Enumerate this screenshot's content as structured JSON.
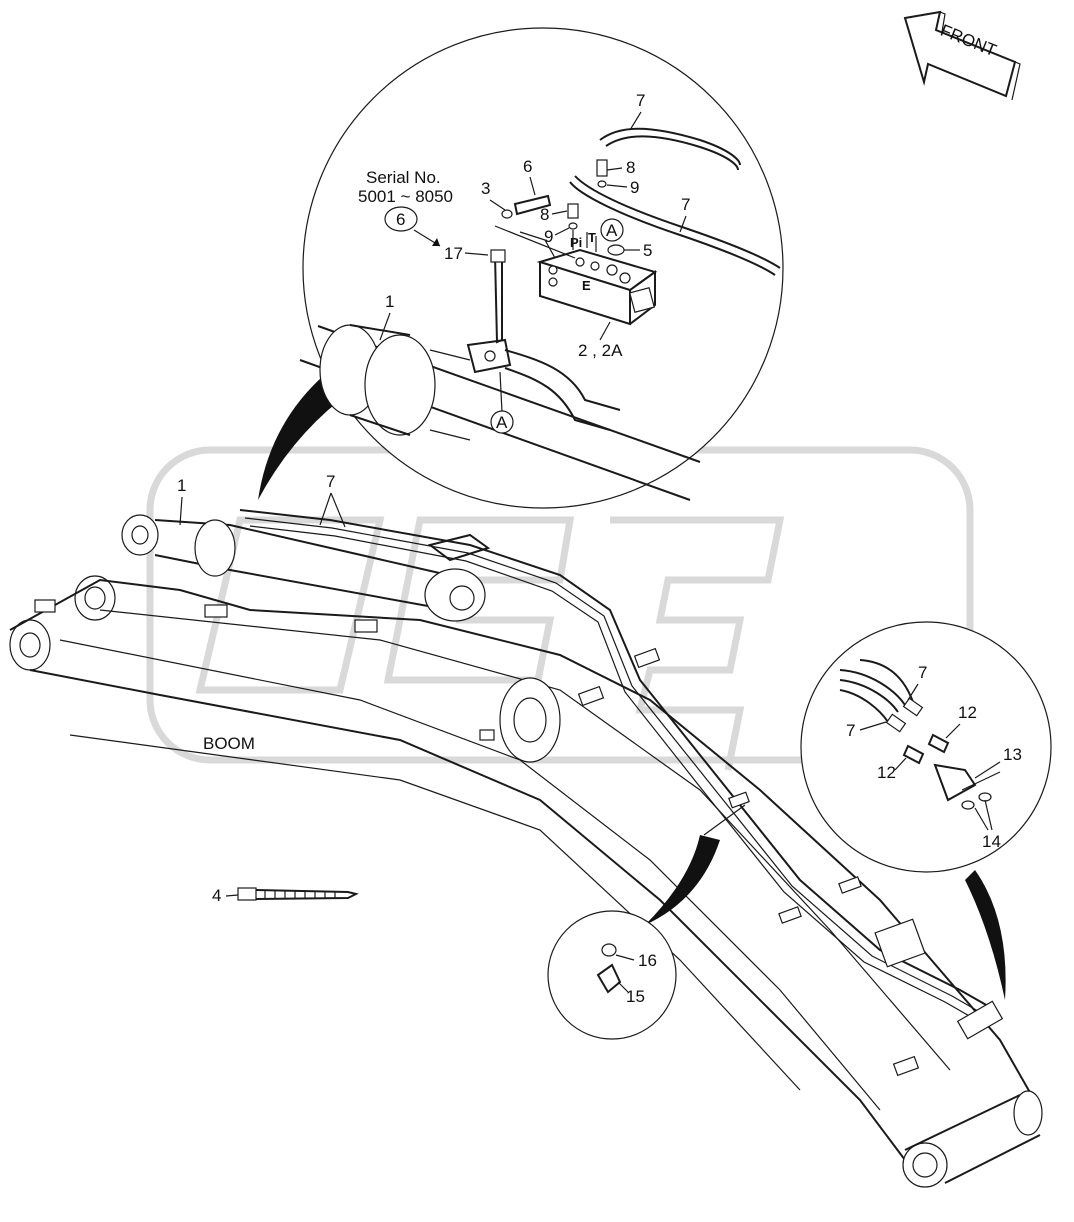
{
  "front_label": "FRONT",
  "boom_label": "BOOM",
  "serial_note": {
    "line1": "Serial No.",
    "line2": "5001 ~ 8050",
    "circled_ref": "6"
  },
  "view_marker": "A",
  "port_labels": {
    "pi": "Pi",
    "t": "T",
    "e": "E"
  },
  "callouts": {
    "boom_cylinder": "1",
    "boom_cylinder_detail": "1",
    "valve_block": "2 , 2A",
    "washer": "3",
    "cable_tie": "4",
    "o_ring_5": "5",
    "bolt_6": "6",
    "hose_7a": "7",
    "hose_7b": "7",
    "hose_7_boom": "7",
    "hose_7_det3a": "7",
    "hose_7_det3b": "7",
    "fitting_8a": "8",
    "fitting_8b": "8",
    "o_ring_9a": "9",
    "o_ring_9b": "9",
    "adapter_12a": "12",
    "adapter_12b": "12",
    "plate_13": "13",
    "o_ring_14": "14",
    "clamp_15": "15",
    "bolt_16": "16",
    "bolt_17": "17"
  }
}
